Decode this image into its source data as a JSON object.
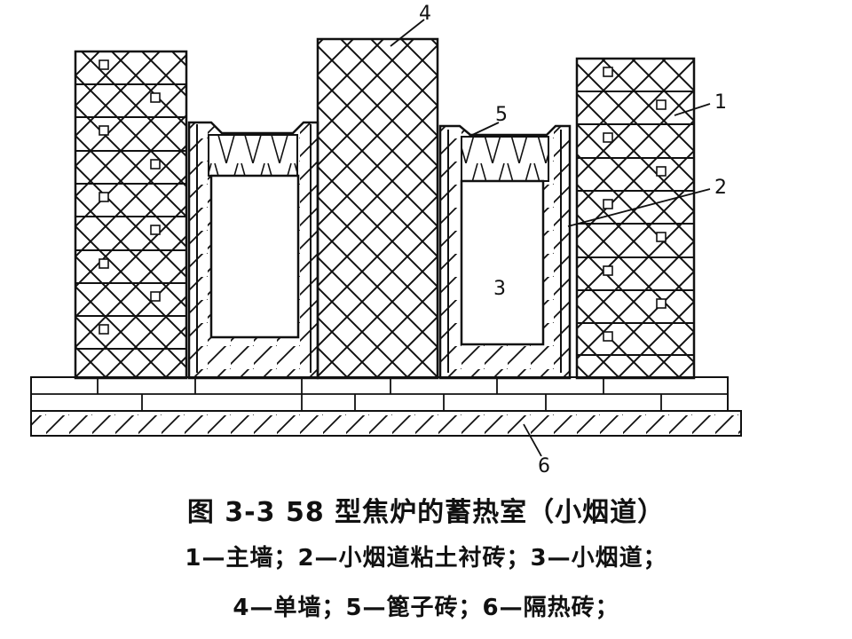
{
  "figure": {
    "labels": {
      "l1": "1",
      "l2": "2",
      "l3": "3",
      "l4": "4",
      "l5": "5",
      "l6": "6"
    }
  },
  "caption": {
    "title": "图 3-3   58 型焦炉的蓄热室（小烟道）",
    "legend_line1": "1—主墙；2—小烟道粘土衬砖；3—小烟道；",
    "legend_line2": "4—单墙；5—篦子砖；6—隔热砖；"
  }
}
